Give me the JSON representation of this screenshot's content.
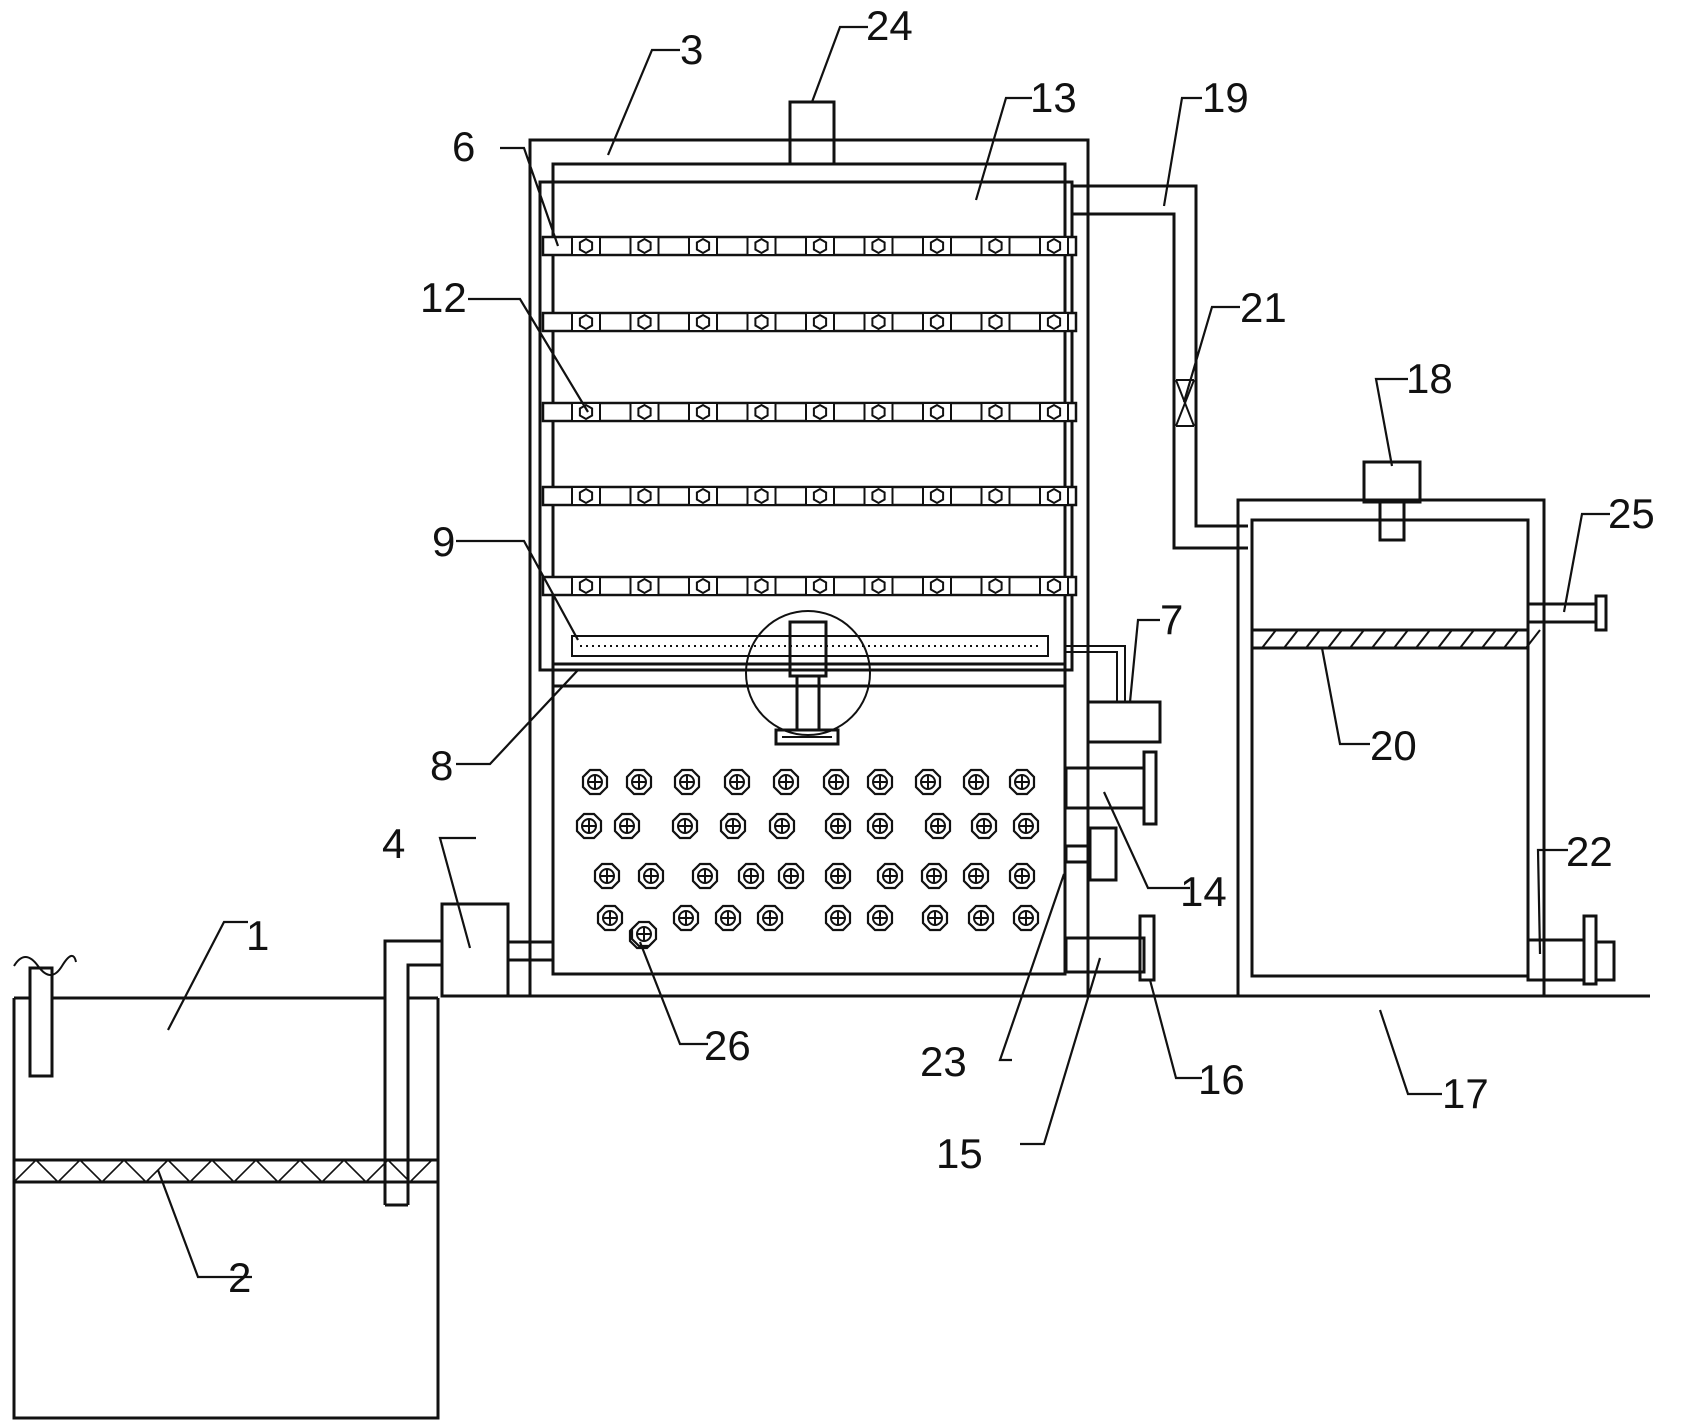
{
  "labels": {
    "l1": "1",
    "l2": "2",
    "l3": "3",
    "l4": "4",
    "l6": "6",
    "l7": "7",
    "l8": "8",
    "l9": "9",
    "l12": "12",
    "l13": "13",
    "l14": "14",
    "l15": "15",
    "l16": "16",
    "l17": "17",
    "l18": "18",
    "l19": "19",
    "l20": "20",
    "l21": "21",
    "l22": "22",
    "l23": "23",
    "l24": "24",
    "l25": "25",
    "l26": "26"
  },
  "colors": {
    "line": "#111111",
    "background": "#ffffff"
  },
  "structure": {
    "shelf_rows": 5,
    "shelf_nodes_per_row": 9,
    "ball_count": 42
  }
}
